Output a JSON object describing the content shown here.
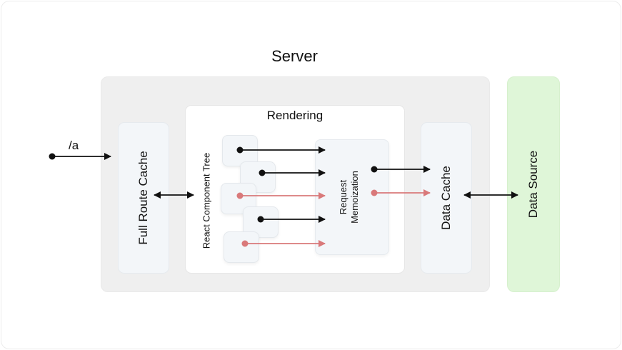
{
  "server": {
    "title": "Server"
  },
  "route": {
    "label": "/a"
  },
  "full_route_cache": {
    "label": "Full Route Cache"
  },
  "rendering": {
    "title": "Rendering"
  },
  "component_tree": {
    "label": "React Component Tree"
  },
  "request_memoization": {
    "label_line1": "Request",
    "label_line2": "Memoization"
  },
  "data_cache": {
    "label": "Data Cache"
  },
  "data_source": {
    "label": "Data Source"
  },
  "colors": {
    "server_bg": "#efefef",
    "data_source_bg": "#dff6d8",
    "box_bg": "#f3f6f9",
    "arrow_black": "#111111",
    "arrow_red": "#d9797a"
  }
}
